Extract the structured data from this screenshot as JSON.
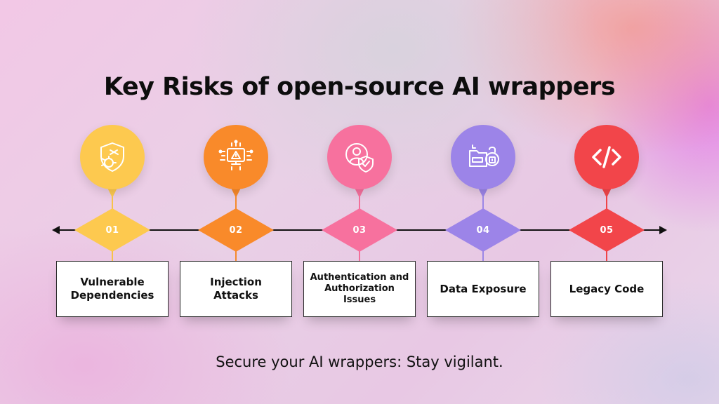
{
  "title": "Key Risks of open-source AI wrappers",
  "tagline": "Secure your AI wrappers: Stay vigilant.",
  "steps": [
    {
      "number": "01",
      "label": "Vulnerable Dependencies",
      "icon": "shield-bug-icon",
      "color": "#fdc94f",
      "stem_color": "#f7c24a"
    },
    {
      "number": "02",
      "label": "Injection Attacks",
      "icon": "warning-monitor-icon",
      "color": "#f98a2a",
      "stem_color": "#f58a2c"
    },
    {
      "number": "03",
      "label": "Authentication and Authorization Issues",
      "icon": "user-shield-icon",
      "color": "#f7719e",
      "stem_color": "#f26f9a"
    },
    {
      "number": "04",
      "label": "Data Exposure",
      "icon": "folder-lock-icon",
      "color": "#9c84e8",
      "stem_color": "#9b86e6"
    },
    {
      "number": "05",
      "label": "Legacy Code",
      "icon": "code-icon",
      "color": "#f2454a",
      "stem_color": "#ef4448"
    }
  ]
}
